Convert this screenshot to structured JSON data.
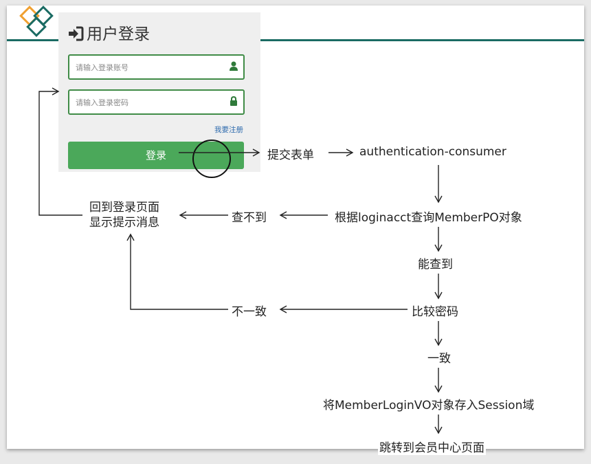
{
  "login": {
    "title": "用户登录",
    "account_placeholder": "请输入登录账号",
    "password_placeholder": "请输入登录密码",
    "register_link": "我要注册",
    "submit_label": "登录"
  },
  "flow": {
    "submit_form": "提交表单",
    "consumer": "authentication-consumer",
    "query": "根据loginacct查询MemberPO对象",
    "not_found": "查不到",
    "back_line1": "回到登录页面",
    "back_line2": "显示提示消息",
    "found": "能查到",
    "compare": "比较密码",
    "mismatch": "不一致",
    "match": "一致",
    "store_session": "将MemberLoginVO对象存入Session域",
    "redirect": "跳转到会员中心页面"
  },
  "colors": {
    "header_line": "#1a6b63",
    "button_green": "#4ba85a",
    "field_border": "#3f8b46",
    "link_blue": "#2d6aad",
    "logo_orange": "#f0a030"
  }
}
